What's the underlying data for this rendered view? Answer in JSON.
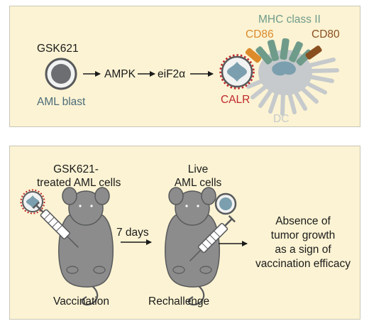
{
  "top_panel": {
    "drug": "GSK621",
    "cell_label": "AML blast",
    "pathway": [
      "AMPK",
      "eiF2α"
    ],
    "calr": "CALR",
    "mhc": "MHC class II",
    "cd86": "CD86",
    "cd80": "CD80",
    "dc": "DC"
  },
  "bottom_panel": {
    "treated_label_line1": "GSK621-",
    "treated_label_line2": "treated AML cells",
    "live_label_line1": "Live",
    "live_label_line2": "AML cells",
    "interval": "7 days",
    "vaccination": "Vaccination",
    "rechallenge": "Rechallenge",
    "outcome_line1": "Absence of",
    "outcome_line2": "tumor growth",
    "outcome_line3": "as a sign of",
    "outcome_line4": "vaccination efficacy"
  },
  "colors": {
    "panel_bg": "#fbf3d3",
    "blast_gray": "#6d6e71",
    "blast_blue": "#7b9fae",
    "calr_red": "#c1272d",
    "mhc_green": "#6f9b8a",
    "cd86_orange": "#dc8a2a",
    "cd80_brown": "#8a4f1f",
    "dc_gray": "#c6cacc",
    "mouse_gray": "#8c8c8c"
  }
}
